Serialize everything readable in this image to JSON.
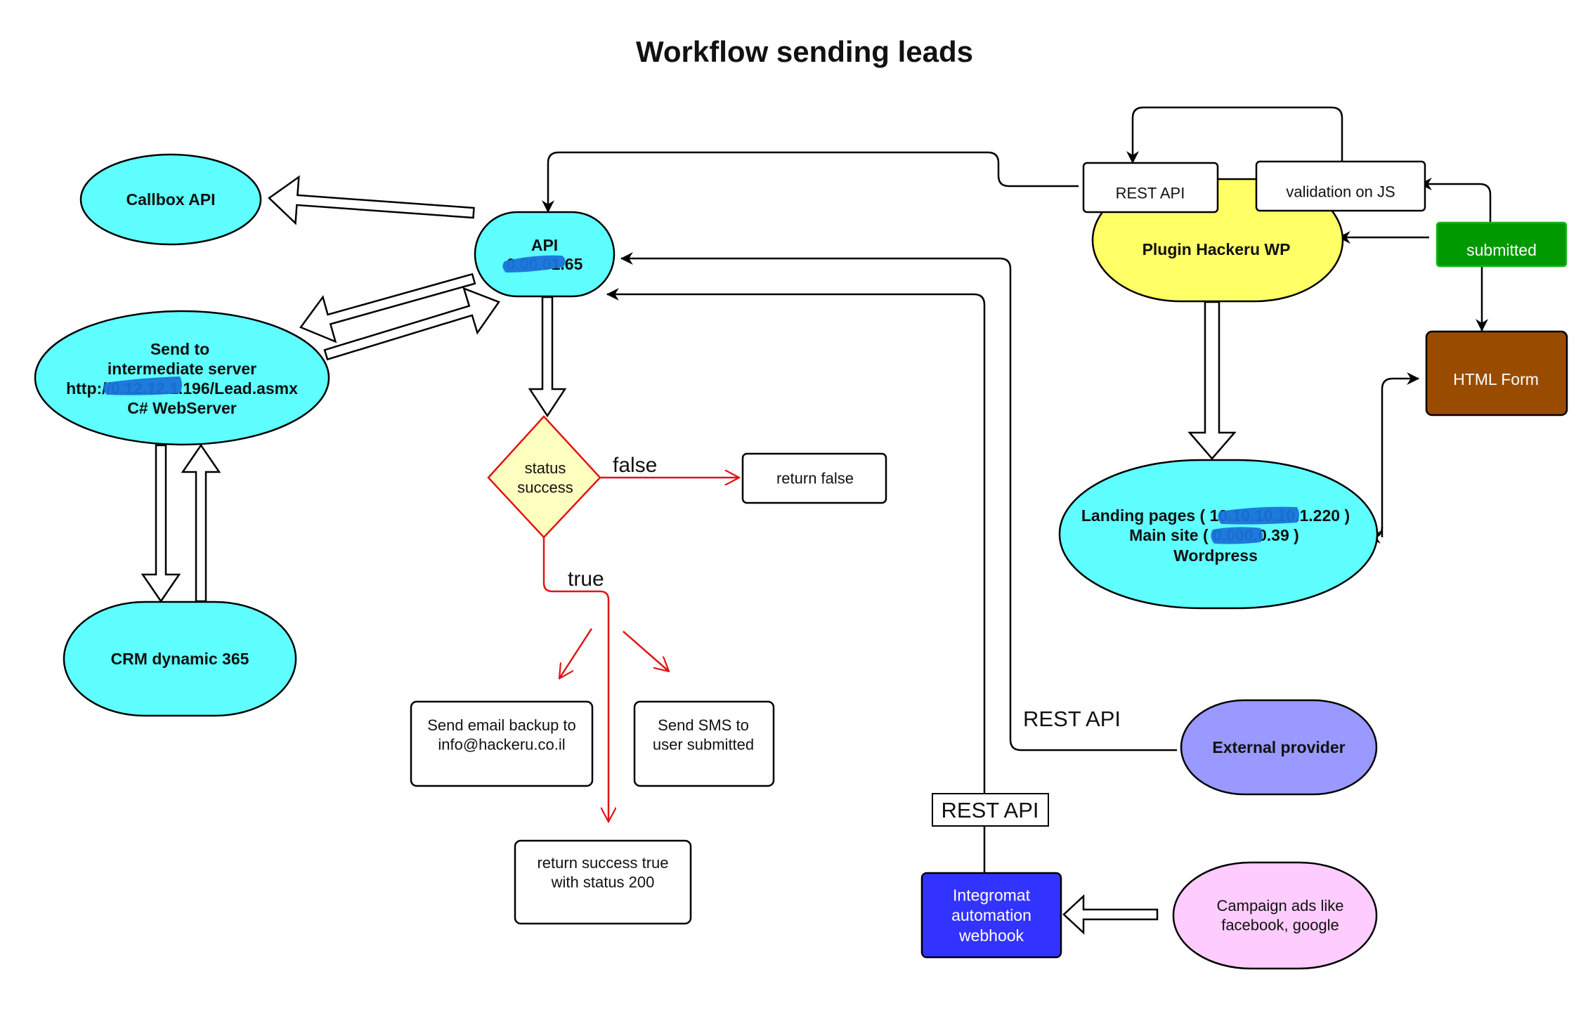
{
  "title": "Workflow sending leads",
  "colors": {
    "cyan": "#5fffff",
    "yellow": "#ffff66",
    "decision_fill": "#ffffc0",
    "decision_stroke": "#e01414",
    "green": "#009900",
    "brown": "#994c00",
    "purple": "#9999ff",
    "pink": "#ffccff",
    "blue": "#3333ff",
    "redaction": "#1a73d9"
  },
  "nodes": {
    "callbox": {
      "lines": [
        "Callbox API"
      ]
    },
    "api": {
      "lines": [
        "API",
        "[redacted]1.65"
      ]
    },
    "intermediate": {
      "lines": [
        "Send to",
        "intermediate server",
        "http://[redacted]7.196/Lead.asmx",
        "C# WebServer"
      ]
    },
    "crm": {
      "lines": [
        "CRM dynamic 365"
      ]
    },
    "decision": {
      "lines": [
        "status",
        "success"
      ]
    },
    "return_false": {
      "lines": [
        "return false"
      ]
    },
    "email": {
      "lines": [
        "Send email backup to",
        "info@hackeru.co.il"
      ]
    },
    "sms": {
      "lines": [
        "Send SMS to",
        "user submitted"
      ]
    },
    "return_success": {
      "lines": [
        "return success true",
        "with status 200"
      ]
    },
    "rest_api_box": {
      "lines": [
        "REST API"
      ]
    },
    "validation": {
      "lines": [
        "validation on JS"
      ]
    },
    "plugin": {
      "lines": [
        "Plugin Hackeru WP"
      ]
    },
    "submitted": {
      "lines": [
        "submitted"
      ]
    },
    "html_form": {
      "lines": [
        "HTML Form"
      ]
    },
    "landing": {
      "lines": [
        "Landing pages ( [redacted]7.220 )",
        "Main site ( [redacted]0.39 )",
        "Wordpress"
      ]
    },
    "external": {
      "lines": [
        "External provider"
      ]
    },
    "integromat_rest_box": {
      "lines": [
        "REST API"
      ]
    },
    "integromat": {
      "lines": [
        "Integromat",
        "automation",
        "webhook"
      ]
    },
    "campaign": {
      "lines": [
        "Campaign ads like",
        "facebook, google"
      ]
    }
  },
  "labels": {
    "false": "false",
    "true": "true",
    "external_rest": "REST API"
  },
  "display": {
    "api_ip_visible": "1.65",
    "intermediate_url_prefix": "http://",
    "intermediate_url_suffix": ".196/Lead.asmx",
    "landing_prefix": "Landing pages ( ",
    "landing_suffix": ".220 )",
    "main_prefix": "Main site ( ",
    "main_suffix": ".39 )"
  }
}
